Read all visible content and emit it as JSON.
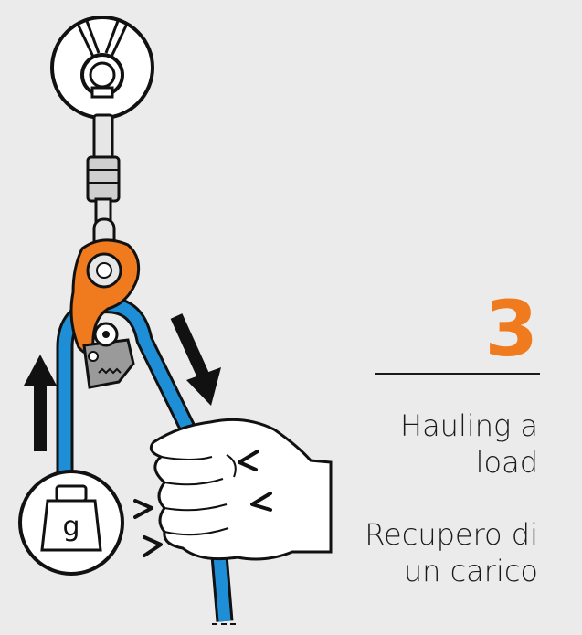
{
  "step": {
    "number": "3"
  },
  "captions": {
    "en": [
      "Hauling a",
      "load"
    ],
    "it": [
      "Recupero di",
      "un carico"
    ]
  },
  "weight": {
    "label": "g"
  },
  "colors": {
    "accent": "#f07a1e",
    "rope": "#1e8fd6",
    "background": "#ebebeb",
    "ink": "#1a1a1a"
  },
  "icons": [
    "anchor-icon",
    "carabiner-icon",
    "pulley-icon",
    "rope-icon",
    "up-arrow-icon",
    "down-arrow-icon",
    "weight-icon",
    "hand-icon",
    "effort-marks-icon"
  ]
}
